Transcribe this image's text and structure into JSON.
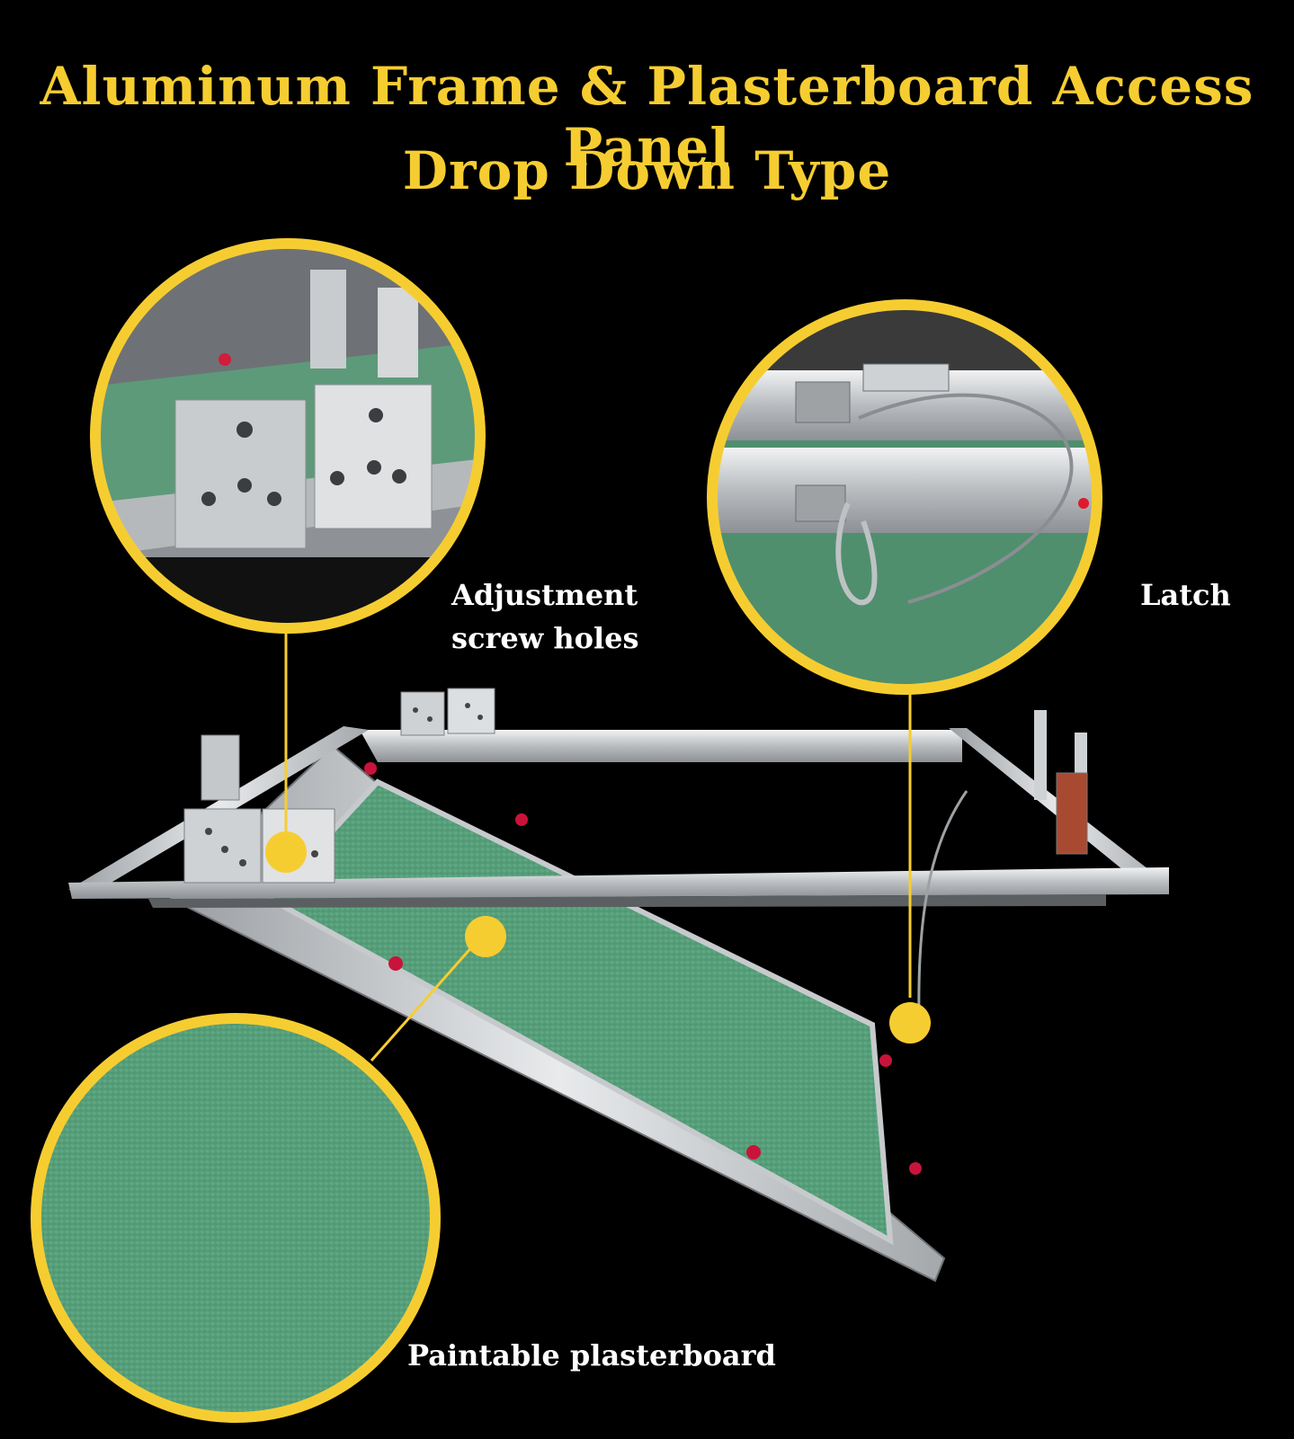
{
  "title": {
    "line1": "Aluminum Frame & Plasterboard Access Panel",
    "line2": "Drop Down Type"
  },
  "callouts": {
    "adjustment": {
      "line1": "Adjustment",
      "line2": "screw holes"
    },
    "latch": "Latch",
    "plasterboard": "Paintable plasterboard"
  },
  "colors": {
    "accent": "#f6cd31",
    "background": "#000000",
    "board_green": "#5aa37d",
    "aluminum": "#c9ccce"
  }
}
